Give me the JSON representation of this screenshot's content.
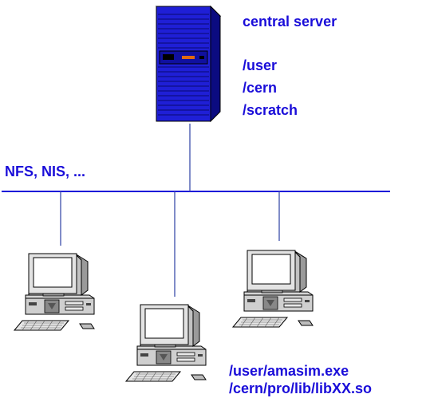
{
  "server": {
    "label": "central server",
    "exports": [
      "/user",
      "/cern",
      "/scratch"
    ]
  },
  "network": {
    "label": "NFS, NIS, ..."
  },
  "client_paths": [
    "/user/amasim.exe",
    "/cern/pro/lib/libXX.so"
  ],
  "colors": {
    "text": "#1a0dd9",
    "server_body": "#1f1fd6",
    "network_line": "#1a0dd9",
    "connector": "#4a5ab0",
    "computer_case": "#d9d9d9",
    "screen": "#ffffff"
  }
}
